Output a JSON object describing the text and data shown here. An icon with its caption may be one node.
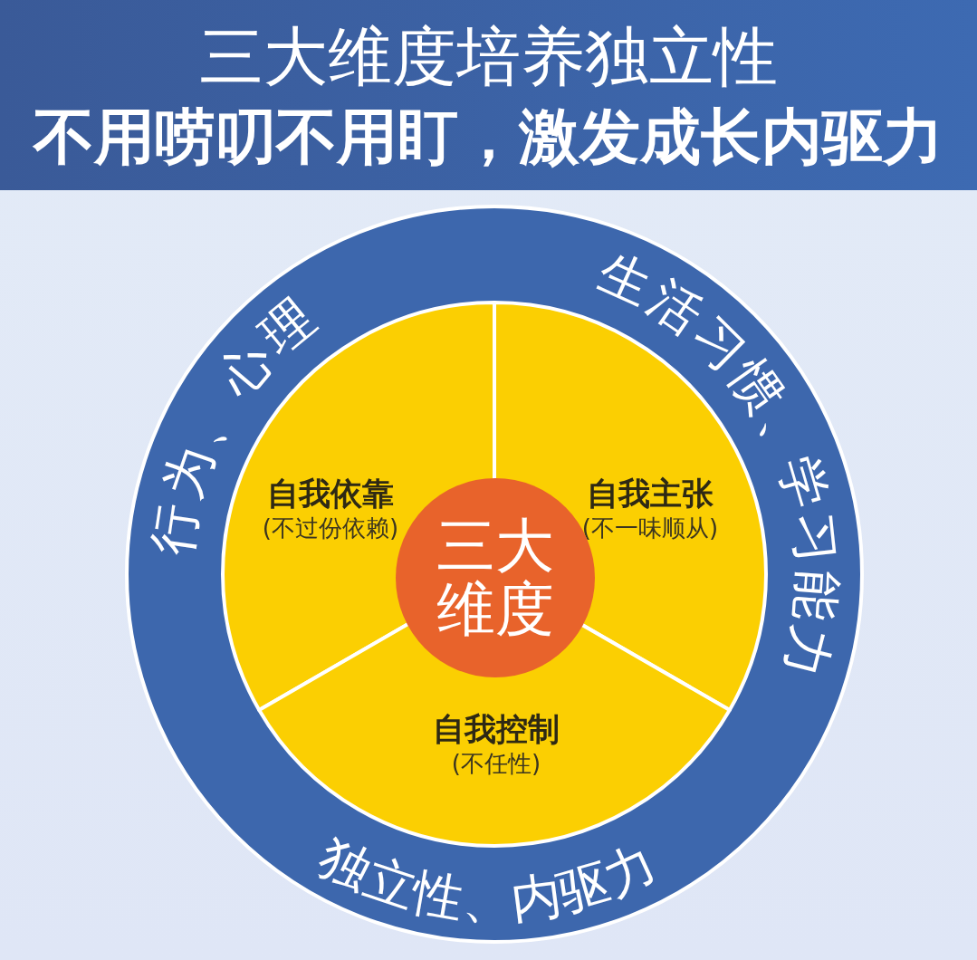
{
  "diagram": {
    "title": "三大维度培养独立性",
    "nodes": [
      {
        "text": [
          "行为、心理",
          "生活习惯、",
          "学习能力",
          "独立性、内驱力"
        ]
      },
      {
        "text": [
          "自我依靠",
          "(不过份依赖)"
        ],
        "in": 0
      },
      {
        "text": [
          "三大维度"
        ],
        "in": 0
      },
      {
        "text": [
          "自我主张",
          "(不一味顺从)"
        ],
        "in": 0
      },
      {
        "text": [
          "自我控制",
          "(不任性)"
        ],
        "in": 0
      }
    ],
    "labels": [
      "不用唠叨不用盯，激发成长内驱力"
    ]
  }
}
